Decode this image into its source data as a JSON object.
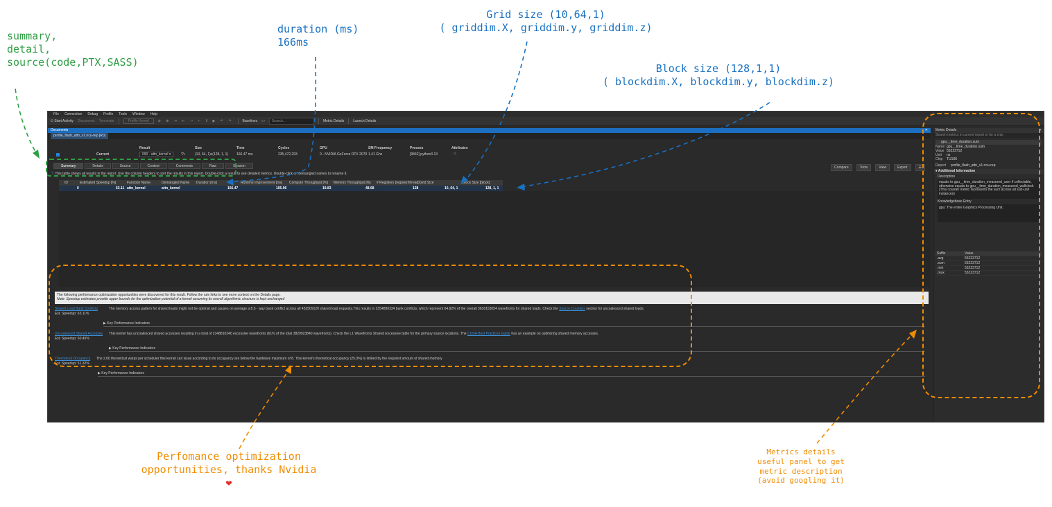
{
  "annotations": {
    "tabs_note": [
      "summary,",
      "detail,",
      "source(code,PTX,SASS)"
    ],
    "duration_note": [
      "duration (ms)",
      "166ms"
    ],
    "grid_note": [
      "Grid size (10,64,1)",
      "( griddim.X, griddim.y, griddim.z)"
    ],
    "block_note": [
      "Block size (128,1,1)",
      "( blockdim.X, blockdim.y, blockdim.z)"
    ],
    "perf_note": [
      "Perfomance optimization",
      "opportunities, thanks Nvidia"
    ],
    "heart": "❤",
    "metrics_note": [
      "Metrics details",
      "useful panel to get",
      "metric description",
      "(avoid googling it)"
    ]
  },
  "colors": {
    "green": "#2f9e44",
    "blue": "#1971c2",
    "orange": "#f08c00",
    "accent": "#1c6fc0"
  },
  "menu": [
    "File",
    "Connection",
    "Debug",
    "Profile",
    "Tools",
    "Window",
    "Help"
  ],
  "toolbar": {
    "start_activity": "Start Activity",
    "disconnect": "Disconnect",
    "terminate": "Terminate",
    "profile_kernel": "Profile Kernel",
    "baselines": "Baselines",
    "search_placeholder": "Search...",
    "metric_details": "Metric Details",
    "launch_details": "Launch Details"
  },
  "documents": {
    "title": "Documents",
    "tab": "profile_flash_attn_v1.ncu-rep [R0]"
  },
  "result": {
    "headers": [
      "Result",
      "Size",
      "Time",
      "Cycles",
      "GPU",
      "SM Frequency",
      "Process",
      "Attributes"
    ],
    "current_label": "Current",
    "kernel": "690 - attn_kernel",
    "size": "(10, 64, 1)x(128, 1, 1)",
    "time": "166.47 ms",
    "cycles": "235,472,293",
    "gpu": "0 - NVIDIA GeForce RTX 2070",
    "sm_freq": "1.41 Ghz",
    "process": "[9842] python3.13"
  },
  "tabs": [
    "Summary",
    "Details",
    "Source",
    "Context",
    "Comments",
    "Raw",
    "Session"
  ],
  "right_tools": [
    "Compare",
    "Tools",
    "View",
    "Export"
  ],
  "info_text": "This table shows all results in the report. Use the column headers to sort the results in this report. Double-click a result to see detailed metrics. Double-click on demangled names to rename it.",
  "table": {
    "columns": [
      "ID",
      "Estimated Speedup [%]",
      "Function Name",
      "Demangled Name",
      "Duration [ms]",
      "Runtime Improvement [ms]",
      "Compute Throughput [%]",
      "Memory Throughput [%]",
      "# Registers [register/thread]",
      "Grid Size",
      "Block Size [block]"
    ],
    "row": [
      "0",
      "63.11",
      "attn_kernel",
      "attn_kernel",
      "166.47",
      "105.06",
      "19.83",
      "48.68",
      "128",
      "10,  64,  1",
      "128,  1,  1"
    ]
  },
  "perf": {
    "intro": "The following performance optimization opportunities were discovered for this result. Follow the rule links to see more context on the Details page.",
    "note": "Note: Speedup estimates provide upper bounds for the optimization potential of a kernel assuming its overall algorithmic structure is kept unchanged",
    "rules": [
      {
        "name": "Shared Load Bank Conflicts",
        "speedup": "Est. Speedup: 63.11%",
        "desc": "The memory access pattern for shared loads might not be optimal and causes on average a 8.5 - way bank conflict across all 453509120 shared load requests.This results in 2354890334 bank conflicts, which represent 64.82% of the overall 3636153054 wavefronts for shared loads. Check the",
        "link": "Source Counters",
        "tail": "section for uncoalesced shared loads."
      },
      {
        "name": "Uncoalesced Shared Accesses",
        "speedup": "Est. Speedup: 60.45%",
        "desc": "This kernel has uncoalesced shared accesses resulting in a total of 2348810240 excessive wavefronts (61% of the total 3829923840 wavefronts). Check the L1 Wavefronts Shared Excessive table for the primary source locations. The",
        "link": "CUDA Best Practices Guide",
        "tail": "has an example on optimizing shared memory accesses."
      },
      {
        "name": "Theoretical Occupancy",
        "speedup": "Est. Speedup: 51.32%",
        "desc": "The 2.00 theoretical warps per scheduler this kernel can issue according to its occupancy are below the hardware maximum of 8. This kernel's theoretical occupancy (25.0%) is limited by the required amount of shared memory",
        "link": "",
        "tail": ""
      }
    ],
    "kpi_label": "Key Performance Indicators"
  },
  "metric_panel": {
    "title": "Metric Details",
    "search_placeholder": "Search metrics in current report or for a chip",
    "metric": "gpu__time_duration.sum",
    "fields": [
      {
        "k": "Name",
        "v": "gpu__time_duration.sum"
      },
      {
        "k": "Value",
        "v": "55223712"
      },
      {
        "k": "Unit",
        "v": "ns"
      },
      {
        "k": "Chip",
        "v": "TU106"
      },
      {
        "k": "Report",
        "v": "profile_flash_attn_v1.ncu-rep"
      }
    ],
    "additional": "Additional Information",
    "description_label": "Description",
    "description": "equals to gpu__time_duration_measured_user if collectable, otherwise equals to gpu__time_duration_measured_wallclock (This counter metric represents the sum across all sub-unit instances)",
    "kb_label": "Knowledgebase Entry",
    "kb": "gpu: The entire Graphics Processing Unit.",
    "suffix_headers": [
      "Suffix",
      "Value"
    ],
    "suffixes": [
      {
        "k": ".avg",
        "v": "55223712"
      },
      {
        "k": ".sum",
        "v": "55223712"
      },
      {
        "k": ".min",
        "v": "55223712"
      },
      {
        "k": ".max",
        "v": "55223712"
      }
    ]
  }
}
